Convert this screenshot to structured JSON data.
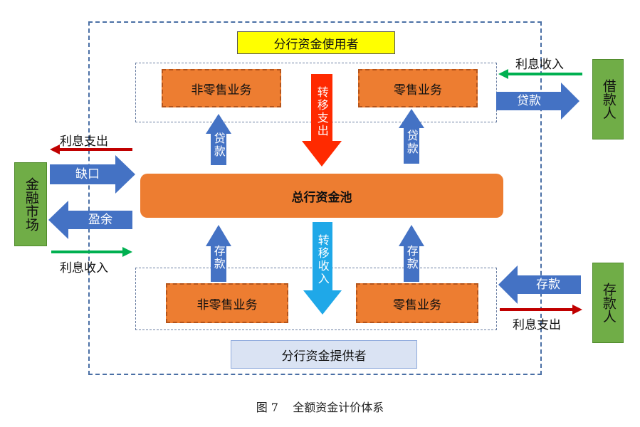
{
  "top_label": "分行资金使用者",
  "bottom_label": "分行资金提供者",
  "pool_label": "总行资金池",
  "top_left_biz": "非零售业务",
  "top_right_biz": "零售业务",
  "bottom_left_biz": "非零售业务",
  "bottom_right_biz": "零售业务",
  "transfer_out_label": "转移支出",
  "transfer_in_label": "转移收入",
  "loan_label": "贷款",
  "deposit_label": "存款",
  "borrower_label": "借款人",
  "depositor_label": "存款人",
  "financial_market_label": "金融市场",
  "interest_income_label": "利息收入",
  "interest_expense_label": "利息支出",
  "gap_label": "缺口",
  "surplus_label": "盈余",
  "right_loan_label": "贷款",
  "right_deposit_label": "存款",
  "caption": "图 7    全额资金计价体系",
  "colors": {
    "orange": "#ed7d31",
    "blue_arrow": "#4472c4",
    "green_side": "#70ad47",
    "yellow": "#ffff00",
    "light_blue": "#dae3f3",
    "red_arrow": "#ff2a00",
    "cyan_arrow": "#1fa8e8",
    "dark_red_line": "#c00000",
    "green_line": "#00b050"
  }
}
